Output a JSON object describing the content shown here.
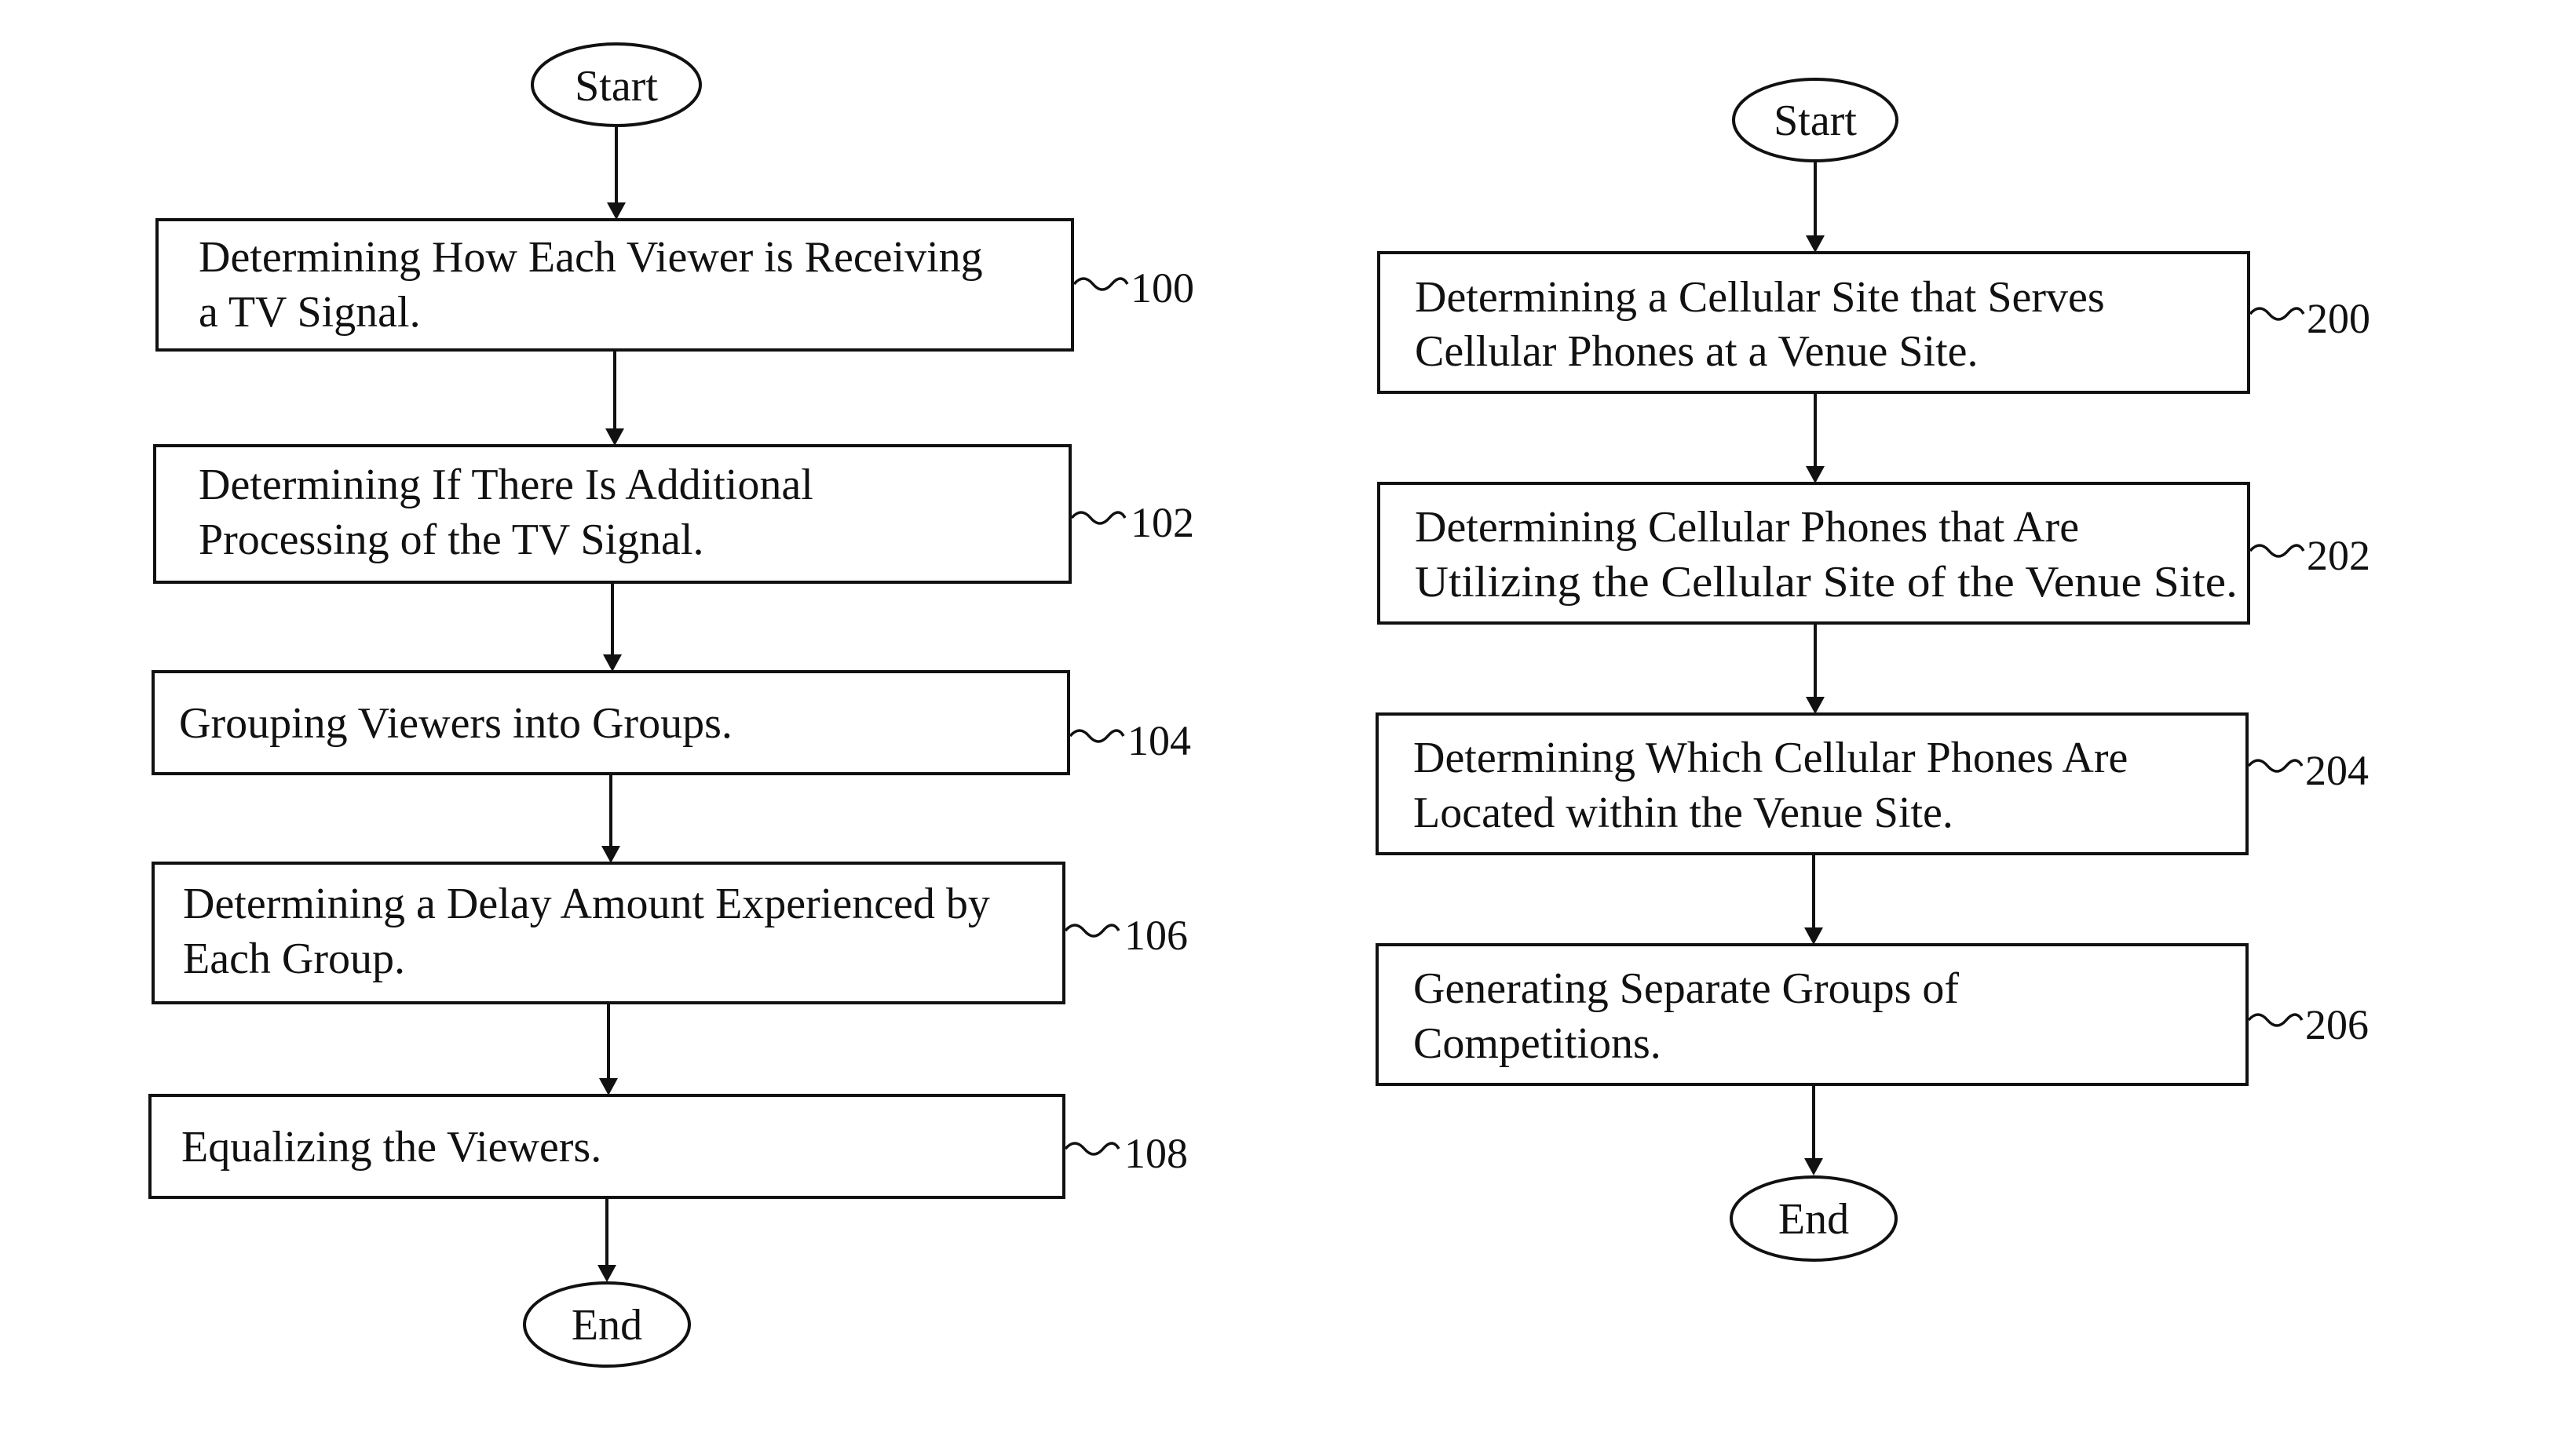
{
  "flowcharts": [
    {
      "start_label": "Start",
      "end_label": "End",
      "steps": [
        {
          "ref": "100",
          "lines": [
            "Determining How Each Viewer is Receiving",
            "a TV Signal."
          ]
        },
        {
          "ref": "102",
          "lines": [
            "Determining If There Is Additional",
            "Processing of the TV Signal."
          ]
        },
        {
          "ref": "104",
          "lines": [
            "Grouping Viewers into Groups."
          ]
        },
        {
          "ref": "106",
          "lines": [
            "Determining a Delay Amount Experienced by",
            "Each Group."
          ]
        },
        {
          "ref": "108",
          "lines": [
            "Equalizing the Viewers."
          ]
        }
      ]
    },
    {
      "start_label": "Start",
      "end_label": "End",
      "steps": [
        {
          "ref": "200",
          "lines": [
            "Determining a Cellular Site that Serves",
            "Cellular Phones at a Venue Site."
          ]
        },
        {
          "ref": "202",
          "lines": [
            "Determining Cellular Phones that Are",
            "Utilizing the Cellular Site of the Venue Site."
          ]
        },
        {
          "ref": "204",
          "lines": [
            "Determining Which Cellular Phones Are",
            "Located within the Venue Site."
          ]
        },
        {
          "ref": "206",
          "lines": [
            "Generating Separate Groups of",
            "Competitions."
          ]
        }
      ]
    }
  ]
}
